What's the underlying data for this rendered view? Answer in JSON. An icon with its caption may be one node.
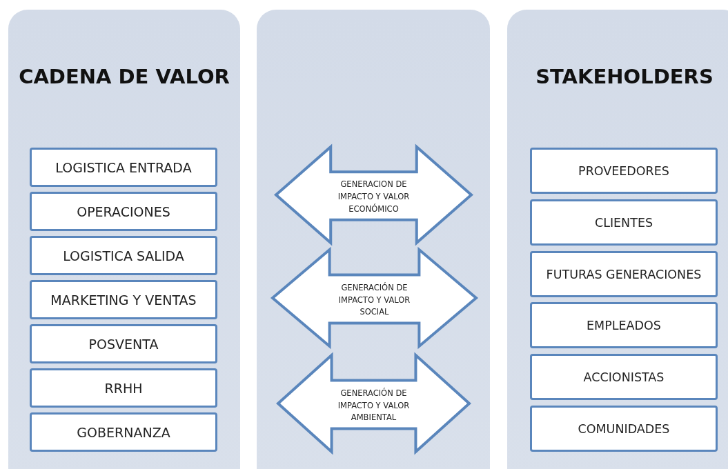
{
  "diagram": {
    "nodes": [
      {
        "text": [
          "CADENA DE VALOR"
        ]
      },
      {
        "text": [
          "LOGISTICA ENTRADA"
        ],
        "in": 0
      },
      {
        "text": [
          "OPERACIONES"
        ],
        "in": 0
      },
      {
        "text": [
          "LOGISTICA SALIDA"
        ],
        "in": 0
      },
      {
        "text": [
          "MARKETING Y VENTAS"
        ],
        "in": 0
      },
      {
        "text": [
          "POSVENTA"
        ],
        "in": 0
      },
      {
        "text": [
          "RRHH"
        ],
        "in": 0
      },
      {
        "text": [
          "GOBERNANZA"
        ],
        "in": 0
      },
      {
        "text": [],
        "shape": "box"
      },
      {
        "text": [
          "GENERACION DE IMPACTO Y VALOR ECONÓMICO"
        ],
        "in": 8
      },
      {
        "text": [
          "GENERACIÓN DE IMPACTO Y VALOR SOCIAL"
        ],
        "in": 8
      },
      {
        "text": [
          "GENERACIÓN DE IMPACTO Y VALOR AMBIENTAL"
        ],
        "in": 8
      },
      {
        "text": [
          "STAKEHOLDERS"
        ]
      },
      {
        "text": [
          "PROVEEDORES"
        ],
        "in": 12
      },
      {
        "text": [
          "CLIENTES"
        ],
        "in": 12
      },
      {
        "text": [
          "FUTURAS GENERACIONES"
        ],
        "in": 12
      },
      {
        "text": [
          "EMPLEADOS"
        ],
        "in": 12
      },
      {
        "text": [
          "ACCIONISTAS"
        ],
        "in": 12
      },
      {
        "text": [
          "COMUNIDADES"
        ],
        "in": 12
      }
    ]
  }
}
